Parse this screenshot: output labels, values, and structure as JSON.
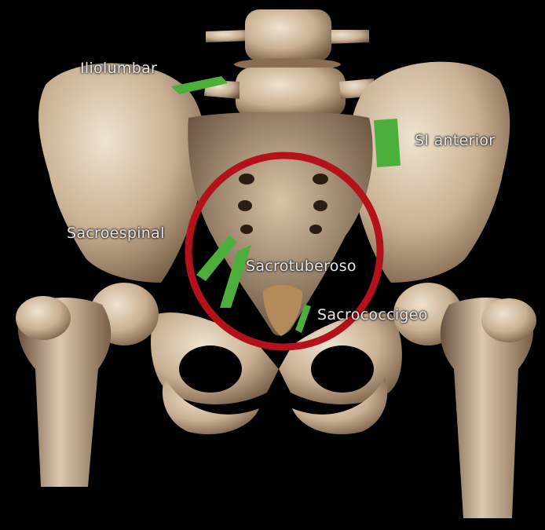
{
  "image": {
    "labels": {
      "iliolumbar": "Iliolumbar",
      "si_anterior": "SI anterior",
      "sacroespinal": "Sacroespinal",
      "sacrotuberoso": "Sacrotuberoso",
      "sacrococcigeo": "Sacrococcigeo"
    },
    "colors": {
      "bone": "#c8b49a",
      "ligament": "#4caf3c",
      "ring": "#b3121a",
      "background": "#000000"
    }
  }
}
